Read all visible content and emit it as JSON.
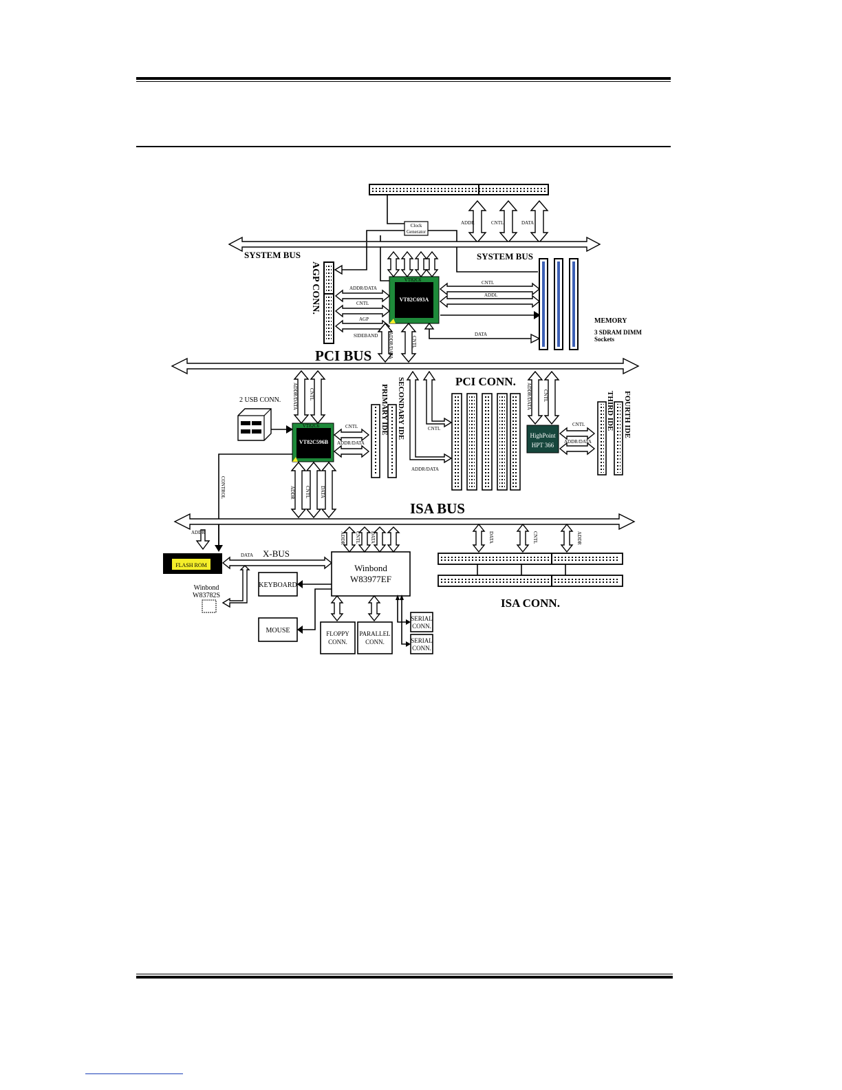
{
  "buses": {
    "system_left": "SYSTEM BUS",
    "system_right": "SYSTEM BUS",
    "pci": "PCI BUS",
    "isa": "ISA BUS",
    "xbus": "X-BUS"
  },
  "chips": {
    "north": {
      "top": "VT82C6",
      "name": "VT82C693A"
    },
    "south": {
      "top": "VT82C6",
      "name": "VT82C596B"
    },
    "highpoint": {
      "line1": "HighPoint",
      "line2": "HPT 366"
    },
    "superio": {
      "line1": "Winbond",
      "line2": "W83977EF"
    },
    "flash": "FLASH ROM",
    "clock": {
      "line1": "Clock",
      "line2": "Generator"
    },
    "hwmon": {
      "line1": "Winbond",
      "line2": "W83782S"
    }
  },
  "connectors": {
    "agp": "AGP CONN.",
    "memory_title": "MEMORY",
    "memory_line1": "3 SDRAM DIMM",
    "memory_line2": "Sockets",
    "usb": "2 USB CONN.",
    "primary_ide": "PRIMARY IDE",
    "secondary_ide": "SECONDARY IDE",
    "third_ide": "THIRD IDE",
    "fourth_ide": "FOURTH IDE",
    "pci_conn": "PCI CONN.",
    "isa_conn": "ISA CONN.",
    "keyboard": "KEYBOARD",
    "mouse": "MOUSE",
    "floppy": {
      "line1": "FLOPPY",
      "line2": "CONN."
    },
    "parallel": {
      "line1": "PARALLEL",
      "line2": "CONN."
    },
    "serial1": {
      "line1": "SERIAL",
      "line2": "CONN."
    },
    "serial2": {
      "line1": "SERIAL",
      "line2": "CONN."
    }
  },
  "signals": {
    "addr": "ADDR",
    "cntl": "CNTL",
    "data": "DATA",
    "addr_data": "ADDR/DATA",
    "agp_sideband_1": "AGP",
    "agp_sideband_2": "SIDEBAND",
    "control": "CONTROL",
    "addl": "ADDL"
  },
  "colors": {
    "chip_green": "#1e8a3a",
    "chip_core": "#000000",
    "highpoint": "#16463c",
    "flash": "#f4ee2a",
    "dimm_blue": "#3c5fb4"
  }
}
